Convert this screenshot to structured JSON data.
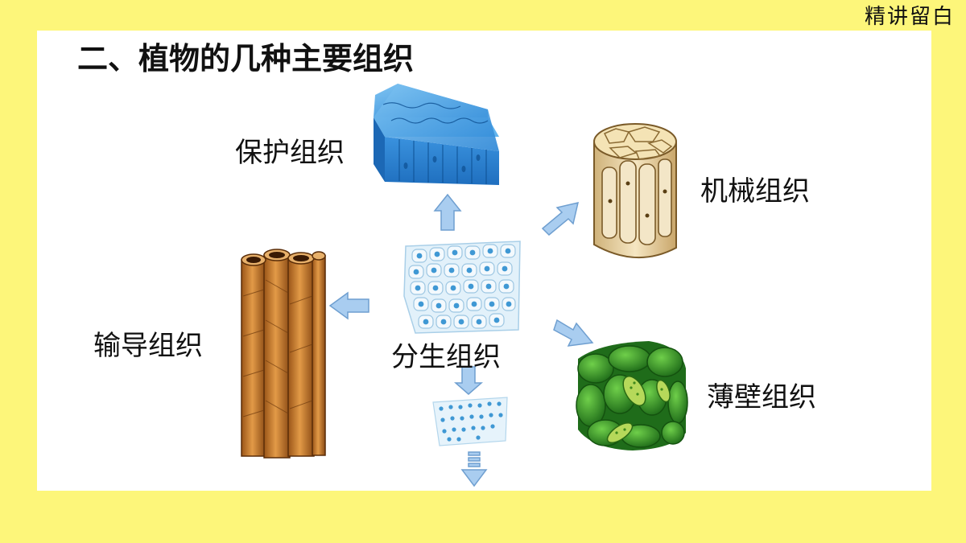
{
  "corner_note": "精讲留白",
  "title": "二、植物的几种主要组织",
  "center": {
    "label": "分生组织"
  },
  "tissues": [
    {
      "id": "protective",
      "label": "保护组织",
      "icon": "protective-tissue-block-icon"
    },
    {
      "id": "mechanical",
      "label": "机械组织",
      "icon": "mechanical-tissue-block-icon"
    },
    {
      "id": "conducting",
      "label": "输导组织",
      "icon": "conducting-tissue-vessels-icon"
    },
    {
      "id": "parenchyma",
      "label": "薄壁组织",
      "icon": "parenchyma-tissue-block-icon"
    }
  ],
  "colors": {
    "background": "#fdf67a",
    "slide": "#ffffff",
    "arrow": "#8fb9e4",
    "meristem": "#d9ecf8",
    "protective": "#2f8ad6",
    "mechanical": "#e6cf9c",
    "conducting": "#c8782c",
    "parenchyma": "#3e9c2c"
  }
}
